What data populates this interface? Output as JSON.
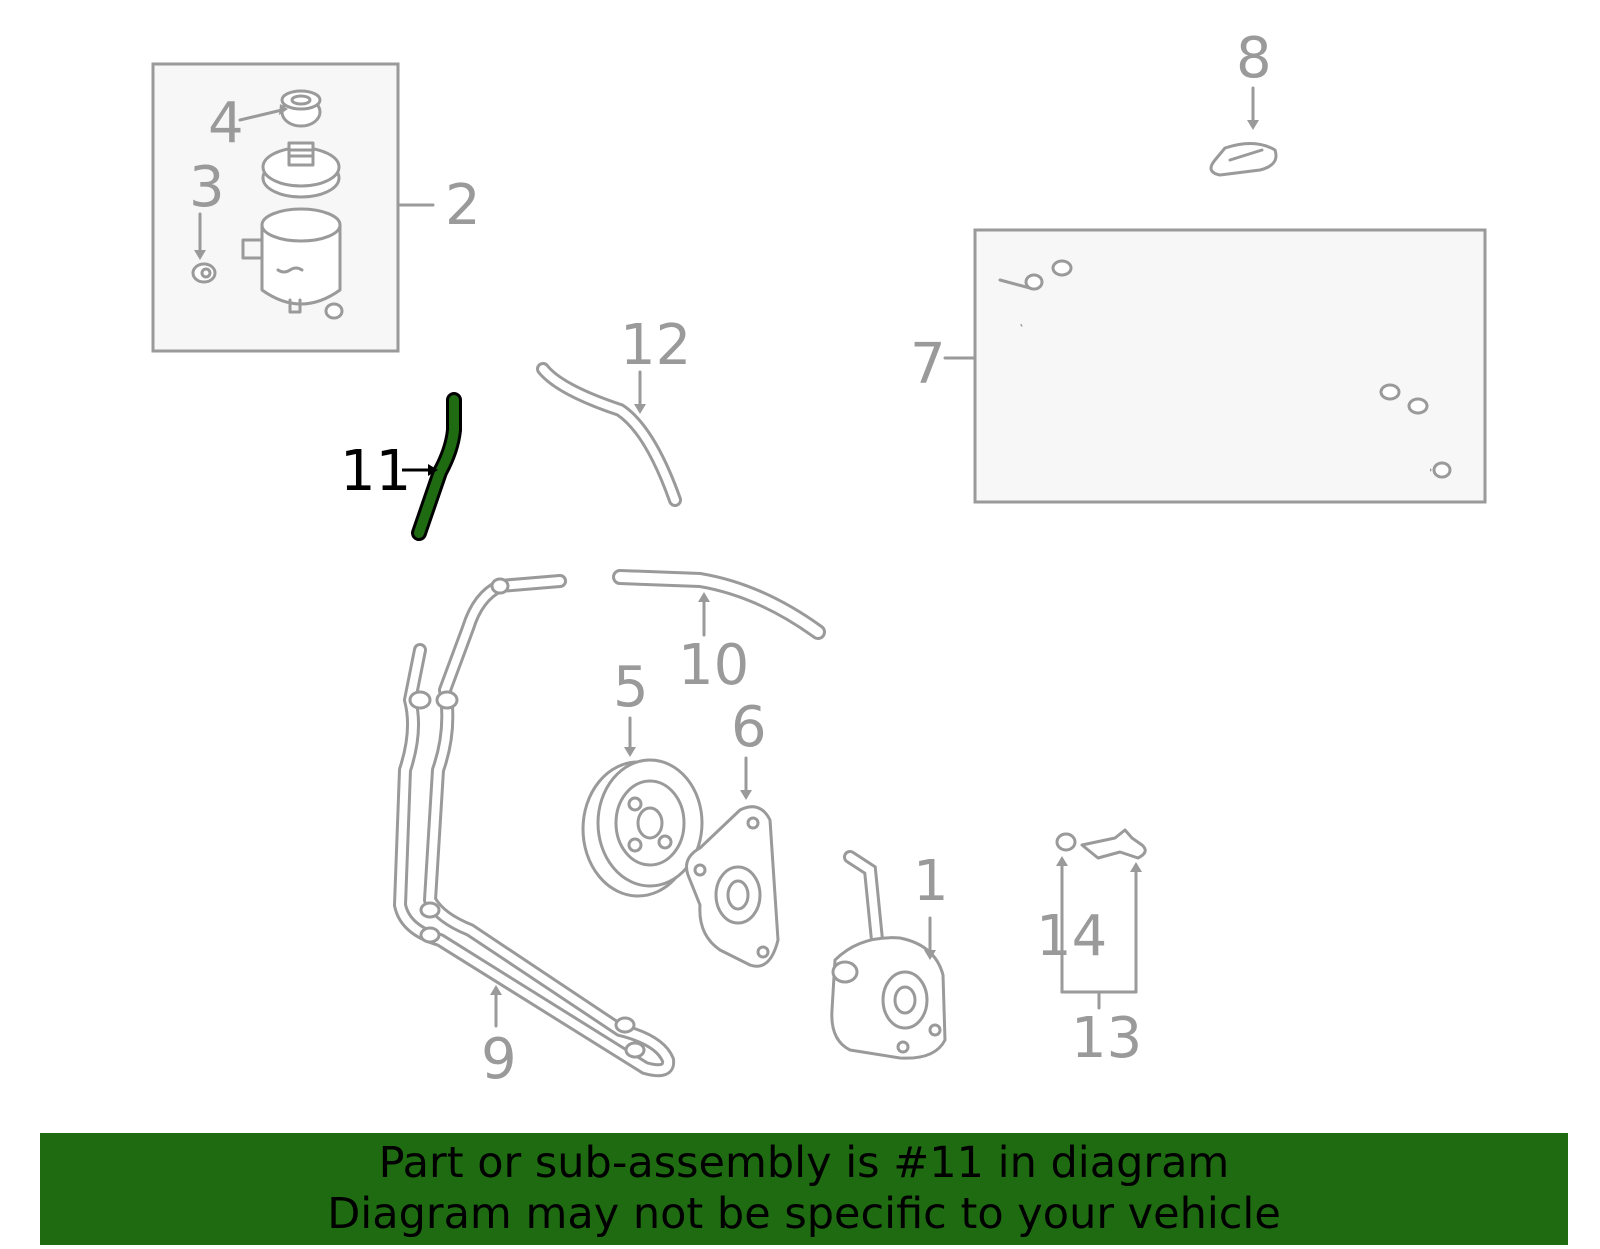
{
  "callouts": {
    "c1": "1",
    "c2": "2",
    "c3": "3",
    "c4": "4",
    "c5": "5",
    "c6": "6",
    "c7": "7",
    "c8": "8",
    "c9": "9",
    "c10": "10",
    "c11": "11",
    "c12": "12",
    "c13": "13",
    "c14": "14"
  },
  "highlight": {
    "part": "11",
    "color": "#1f6b12"
  },
  "banner": {
    "line1": "Part or sub-assembly is #11 in diagram",
    "line2": "Diagram may not be specific to your vehicle",
    "background": "#1f6b12"
  },
  "colors": {
    "linework": "#9a9a9a",
    "highlight_outline": "#000000"
  }
}
